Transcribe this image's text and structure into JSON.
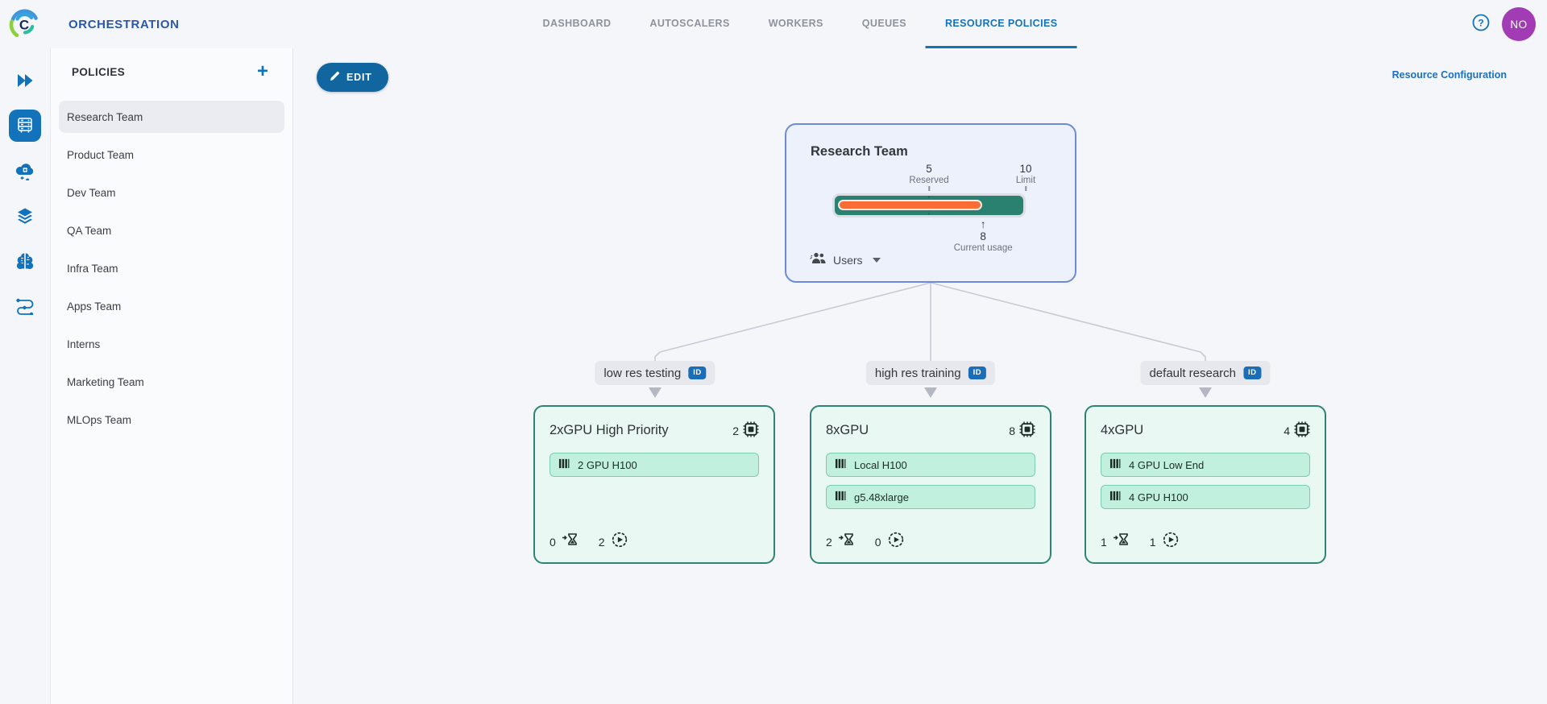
{
  "header": {
    "app_title": "ORCHESTRATION",
    "tabs": [
      {
        "label": "DASHBOARD"
      },
      {
        "label": "AUTOSCALERS"
      },
      {
        "label": "WORKERS"
      },
      {
        "label": "QUEUES"
      },
      {
        "label": "RESOURCE POLICIES"
      }
    ],
    "avatar_initials": "NO"
  },
  "policies": {
    "title": "POLICIES",
    "add_button": "+",
    "items": [
      {
        "label": "Research Team",
        "selected": true
      },
      {
        "label": "Product Team"
      },
      {
        "label": "Dev Team"
      },
      {
        "label": "QA Team"
      },
      {
        "label": "Infra Team"
      },
      {
        "label": "Apps Team"
      },
      {
        "label": "Interns"
      },
      {
        "label": "Marketing Team"
      },
      {
        "label": "MLOps Team"
      }
    ]
  },
  "toolbar": {
    "edit_label": "EDIT",
    "resource_configuration_label": "Resource Configuration"
  },
  "policy_card": {
    "title": "Research Team",
    "reserved_value": "5",
    "reserved_label": "Reserved",
    "limit_value": "10",
    "limit_label": "Limit",
    "usage_value": "8",
    "usage_label": "Current usage",
    "usage_arrow": "↑",
    "users_label": "Users",
    "reserved_pct": 50,
    "limit_pct": 100,
    "usage_pct": 78
  },
  "queues": [
    {
      "name": "low res testing",
      "badge": "ID"
    },
    {
      "name": "high res training",
      "badge": "ID"
    },
    {
      "name": "default research",
      "badge": "ID"
    }
  ],
  "pools": [
    {
      "title": "2xGPU High Priority",
      "gpu_count": "2",
      "tags": [
        "2 GPU H100"
      ],
      "pending_count": "0",
      "running_count": "2"
    },
    {
      "title": "8xGPU",
      "gpu_count": "8",
      "tags": [
        "Local H100",
        "g5.48xlarge"
      ],
      "pending_count": "2",
      "running_count": "0"
    },
    {
      "title": "4xGPU",
      "gpu_count": "4",
      "tags": [
        "4 GPU Low End",
        "4 GPU H100"
      ],
      "pending_count": "1",
      "running_count": "1"
    }
  ],
  "colors": {
    "primary_blue": "#1273ba",
    "brand_navy": "#2b57a9",
    "teal": "#2b8170",
    "orange": "#f96d35",
    "mint_card_bg": "#e9f8f2",
    "tag_bg": "#c1f0de",
    "root_card_bg": "#edf1fb",
    "root_card_border": "#6d8ad9",
    "avatar_purple": "#a23cb5"
  }
}
